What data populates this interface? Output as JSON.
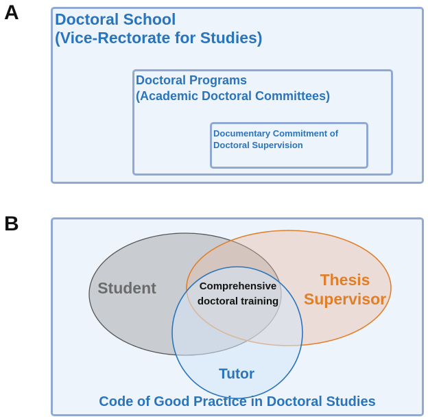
{
  "panel_a": {
    "label": "A",
    "outer": {
      "line1": "Doctoral School",
      "line2": "(Vice-Rectorate for Studies)"
    },
    "middle": {
      "line1": "Doctoral Programs",
      "line2": "(Academic Doctoral Committees)"
    },
    "inner": {
      "line1": "Documentary Commitment of",
      "line2": "Doctoral Supervision"
    }
  },
  "panel_b": {
    "label": "B",
    "student": "Student",
    "supervisor_line1": "Thesis",
    "supervisor_line2": "Supervisor",
    "tutor": "Tutor",
    "center_line1": "Comprehensive",
    "center_line2": "doctoral training",
    "footer": "Code of Good Practice in Doctoral Studies"
  },
  "colors": {
    "accent_blue": "#2a74bc",
    "box_border": "#8fa9d2",
    "box_fill": "#eef4fc",
    "student_gray": "#6b6b6b",
    "supervisor_orange": "#e07f2a",
    "tutor_blue": "#2a74bc"
  }
}
